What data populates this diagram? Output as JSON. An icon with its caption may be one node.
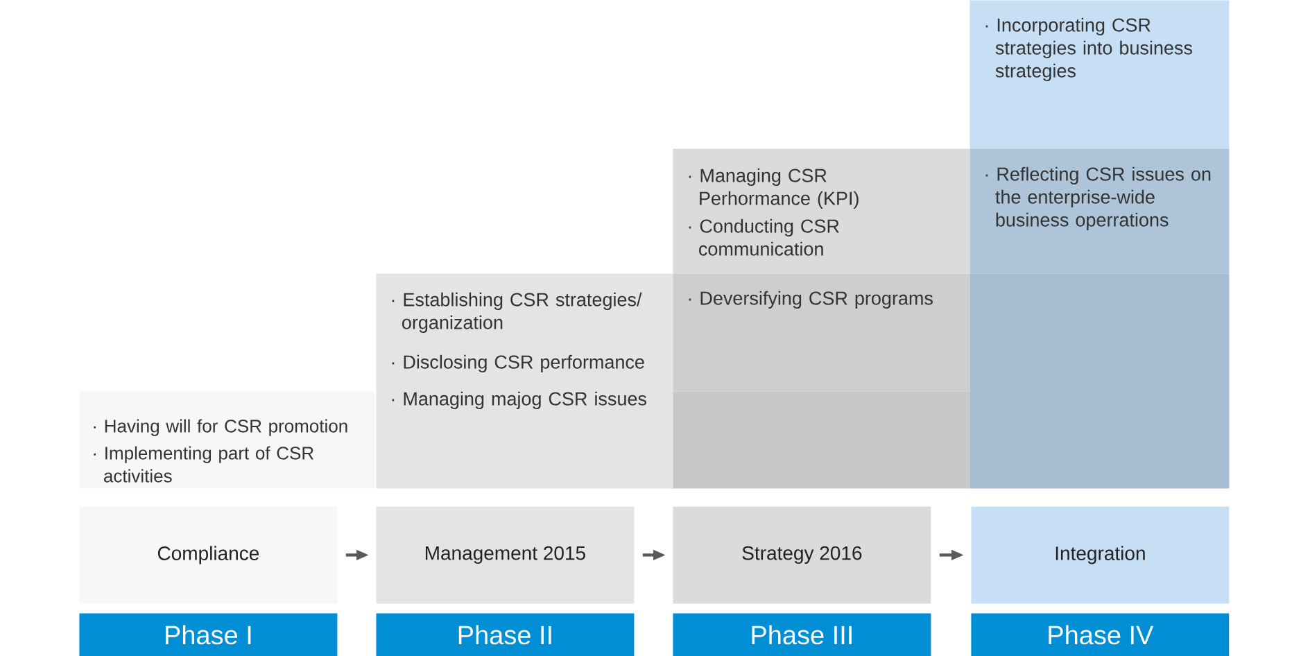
{
  "diagram": {
    "nodes": [
      {
        "text": [
          "· Having will for CSR promotion",
          "· Implementing part of CSR activities"
        ]
      },
      {
        "text": [
          "· Establishing CSR strategies/ organization",
          "· Disclosing CSR performance",
          "· Managing majog CSR issues"
        ]
      },
      {
        "text": [
          "· Managing CSR Perhormance (KPI)",
          "· Conducting CSR communication"
        ]
      },
      {
        "text": [
          "· Deversifying CSR programs"
        ]
      },
      {
        "text": [],
        "shape": "box"
      },
      {
        "text": [
          "· Incorporating CSR strategies into business strategies"
        ]
      },
      {
        "text": [
          "· Reflecting CSR issues on the enterprise-wide business operrations"
        ]
      },
      {
        "text": [],
        "shape": "box"
      },
      {
        "text": [
          "Compliance"
        ]
      },
      {
        "text": [
          "Management 2015"
        ]
      },
      {
        "text": [
          "Strategy 2016"
        ]
      },
      {
        "text": [
          "Integration"
        ]
      },
      {
        "text": [
          "Phase I"
        ]
      },
      {
        "text": [
          "Phase II"
        ]
      },
      {
        "text": [
          "Phase III"
        ]
      },
      {
        "text": [
          "Phase IV"
        ]
      }
    ],
    "edges": [
      {
        "from": 8,
        "to": 9,
        "arrow": "to"
      },
      {
        "from": 9,
        "to": 10,
        "arrow": "to"
      },
      {
        "from": 10,
        "to": 11,
        "arrow": "to"
      }
    ]
  }
}
